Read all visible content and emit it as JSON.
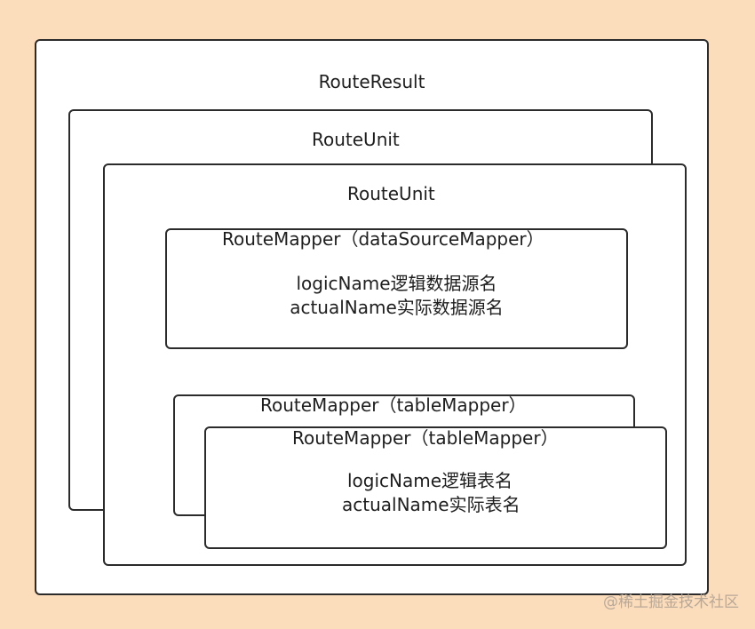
{
  "diagram": {
    "route_result": {
      "title": "RouteResult"
    },
    "route_unit_back": {
      "title": "RouteUnit"
    },
    "route_unit_front": {
      "title": "RouteUnit",
      "datasource_mapper": {
        "title": "RouteMapper（dataSourceMapper）",
        "line1": "logicName逻辑数据源名",
        "line2": "actualName实际数据源名"
      },
      "table_mapper_back": {
        "title": "RouteMapper（tableMapper）"
      },
      "table_mapper_front": {
        "title": "RouteMapper（tableMapper）",
        "line1": "logicName逻辑表名",
        "line2": "actualName实际表名"
      }
    }
  },
  "watermark": "@稀土掘金技术社区"
}
